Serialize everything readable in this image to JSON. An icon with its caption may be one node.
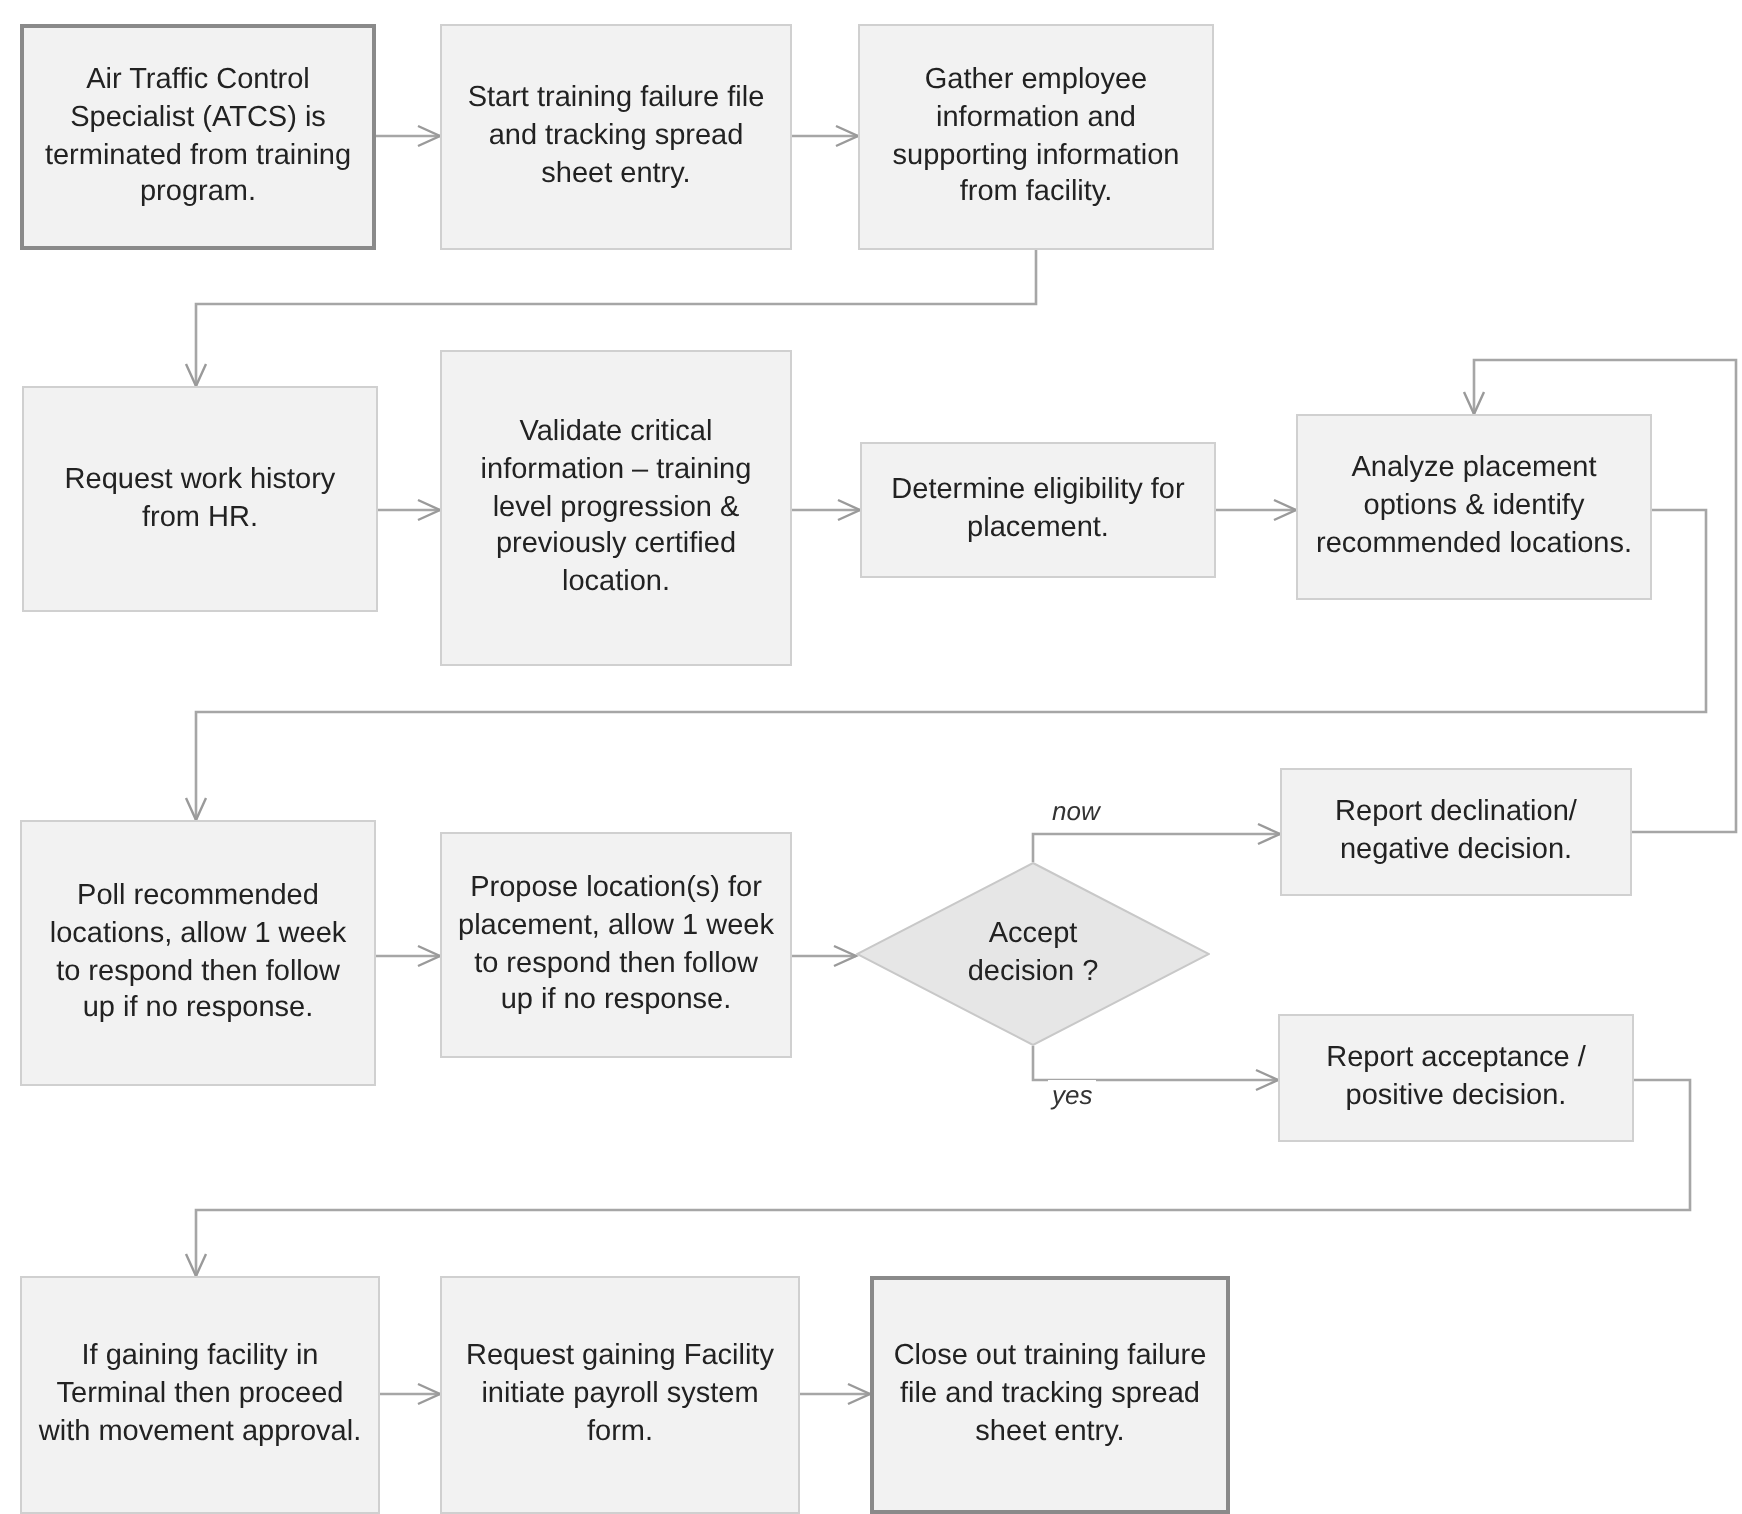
{
  "diagram": {
    "nodes": [
      {
        "text": [
          "Air Traffic Control Specialist (ATCS) is terminated from training program."
        ]
      },
      {
        "text": [
          "Start training failure file and tracking spread sheet entry."
        ]
      },
      {
        "text": [
          "Gather employee information and supporting information from facility."
        ]
      },
      {
        "text": [
          "Request work history from HR."
        ]
      },
      {
        "text": [
          "Validate critical information – training level progression & previously certified location."
        ]
      },
      {
        "text": [
          "Determine eligibility for placement."
        ]
      },
      {
        "text": [
          "Analyze placement options & identify recommended locations."
        ]
      },
      {
        "text": [
          "Poll recommended locations, allow 1 week to respond then follow up if no response."
        ]
      },
      {
        "text": [
          "Propose location(s) for placement, allow 1 week to respond then follow up if no response."
        ]
      },
      {
        "text": [
          "Accept decision ?"
        ]
      },
      {
        "text": [
          "Report declination/ negative decision."
        ]
      },
      {
        "text": [
          "Report acceptance / positive decision."
        ]
      },
      {
        "text": [
          "If gaining facility in Terminal then proceed with movement approval."
        ]
      },
      {
        "text": [
          "Request gaining Facility initiate payroll system form."
        ]
      },
      {
        "text": [
          "Close out training failure file and tracking spread sheet entry."
        ]
      }
    ],
    "edges": [
      {
        "from": 0,
        "to": 1,
        "arrow": "to"
      },
      {
        "from": 1,
        "to": 2,
        "arrow": "to"
      },
      {
        "from": 2,
        "to": 3,
        "arrow": "to"
      },
      {
        "from": 3,
        "to": 4,
        "arrow": "to"
      },
      {
        "from": 4,
        "to": 5,
        "arrow": "to"
      },
      {
        "from": 5,
        "to": 6,
        "arrow": "to"
      },
      {
        "from": 6,
        "to": 7,
        "arrow": "to"
      },
      {
        "from": 7,
        "to": 8,
        "arrow": "to"
      },
      {
        "from": 8,
        "to": 9,
        "arrow": "to"
      },
      {
        "from": 9,
        "to": 10,
        "arrow": "to",
        "label": "now"
      },
      {
        "from": 9,
        "to": 11,
        "arrow": "to",
        "label": "yes"
      },
      {
        "from": 10,
        "to": 6,
        "arrow": "to"
      },
      {
        "from": 11,
        "to": 12,
        "arrow": "to"
      },
      {
        "from": 12,
        "to": 13,
        "arrow": "to"
      },
      {
        "from": 13,
        "to": 14,
        "arrow": "to"
      }
    ]
  }
}
